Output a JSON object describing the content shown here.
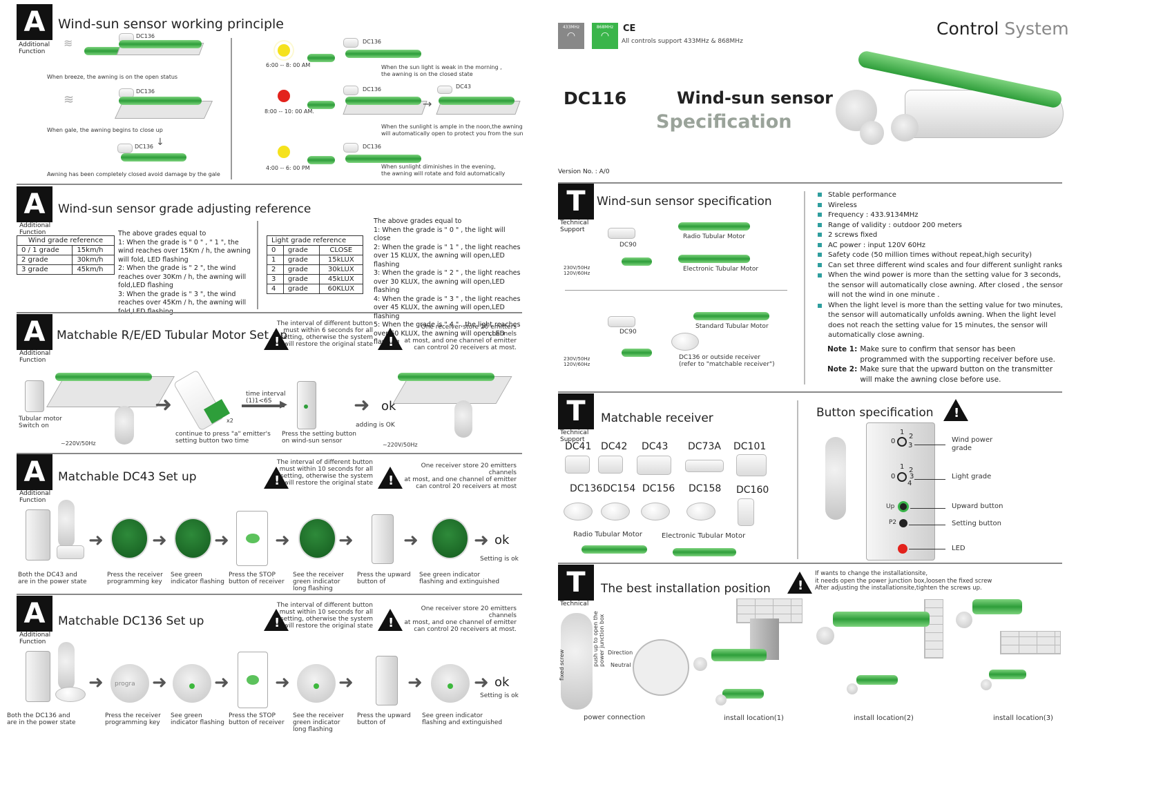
{
  "left": {
    "sec1": {
      "badge": "A",
      "badge_sub": "Additional\nFunction",
      "title": "Wind-sun sensor working principle",
      "dc136": "DC136",
      "cap1": "When breeze, the awning is on the open status",
      "cap2": "When gale, the awning begins to close up",
      "cap3": "Awning has been completely closed avoid damage by the gale",
      "sun_rows": [
        {
          "time": "6:00 -- 8: 00 AM",
          "model": "DC136",
          "caption": "When the sun light is weak in the morning ,\nthe awning is on the closed state"
        },
        {
          "time": "8:00 -- 10: 00 AM.",
          "model": "DC136",
          "model2": "DC43",
          "caption": "When the sunlight is ample  in the noon,the awning\nwill automatically open to protect you from the sun"
        },
        {
          "time": "4:00 -- 6: 00 PM",
          "model": "DC136",
          "caption": "When sunlight diminishes  in the evening,\nthe awning will rotate and fold automatically"
        }
      ]
    },
    "sec2": {
      "badge": "A",
      "badge_sub": "Additional\nFunction",
      "title": "Wind-sun sensor grade adjusting reference",
      "wind_table": {
        "header": "Wind grade reference",
        "rows": [
          [
            "0  /  1 grade",
            "15km/h"
          ],
          [
            "2    grade",
            "30km/h"
          ],
          [
            "3    grade",
            "45km/h"
          ]
        ]
      },
      "wind_text": "The above grades equal to\n1: When the grade is \" 0 \" , \" 1 \", the wind reaches over 15Km / h, the awning will fold, LED flashing\n2: When the grade is \" 2 \", the wind reaches over 30Km / h, the awning will fold,LED flashing\n3: When the grade is \" 3 \", the wind reaches over 45Km / h, the awning will fold,LED flashing",
      "light_table": {
        "header": "Light grade reference",
        "rows": [
          [
            "0",
            "grade",
            "CLOSE"
          ],
          [
            "1",
            "grade",
            "15kLUX"
          ],
          [
            "2",
            "grade",
            "30kLUX"
          ],
          [
            "3",
            "grade",
            "45kLUX"
          ],
          [
            "4",
            "grade",
            "60KLUX"
          ]
        ]
      },
      "light_text": "The above grades equal to\n1: When the grade is \" 0 \" , the light will close\n2: When the grade is \" 1 \" , the light reaches over 15 KLUX, the awning will open,LED flashing\n3: When the grade is \" 2 \" , the light reaches over 30 KLUX, the awning will open,LED flashing\n4: When the grade is \" 3 \" , the light reaches over 45 KLUX, the awning will open,LED flashing\n5: When the grade is \" 4 \" , the light reaches over 60 KLUX, the awning will open,LED flashing"
    },
    "sec3": {
      "badge": "A",
      "badge_sub": "Additional\nFunction",
      "title": "Matchable R/E/ED Tubular Motor Set up",
      "warn1": "The interval of different button\nmust within 6 seconds for all\nsetting, otherwise the system\nwill  restore the original state",
      "warn2": "One receiver store 20 emitters channels\nat most, and  one channel of emitter\ncan control 20 receivers at most.",
      "lbl_switch": "Tubular motor\nSwitch on",
      "lbl_power": "~220V/50Hz",
      "lbl_press": "continue to press \"a\" emitter's\nsetting button two time",
      "lbl_x2": "x2",
      "lbl_interval": "time interval\n(1)1<6S",
      "lbl_setting": "Press the setting button\non wind-sun sensor",
      "lbl_ok": "ok",
      "lbl_adding": "adding is OK",
      "lbl_power2": "~220V/50Hz"
    },
    "sec4": {
      "badge": "A",
      "badge_sub": "Additional\nFunction",
      "title": "Matchable DC43 Set up",
      "warn1": "The interval of different button\nmust within 10 seconds for all\nsetting, otherwise the system\nwill  restore the original state",
      "warn2": "One receiver store 20 emitters channels\nat most, and  one channel of emitter\ncan control 20 receivers at most",
      "ok": "ok",
      "ok_cap": "Setting is ok",
      "steps": [
        "Both the DC43 and\nare in the power state",
        "Press the receiver\nprogramming key",
        "See green\nindicator flashing",
        "Press the STOP\nbutton of receiver",
        "See the receiver\ngreen indicator\nlong flashing",
        "Press the upward\nbutton of",
        "See green indicator\nflashing and extinguished"
      ]
    },
    "sec5": {
      "badge": "A",
      "badge_sub": "Additional\nFunction",
      "title": "Matchable DC136 Set up",
      "warn1": "The interval of different button\nmust within 10 seconds for all\nsetting, otherwise the system\nwill  restore the original state",
      "warn2": "One receiver store 20 emitters channels\nat most, and  one channel of emitter\ncan control 20 receivers at most.",
      "ok": "ok",
      "ok_cap": "Setting is ok",
      "progra": "progra",
      "steps": [
        "Both the DC136 and\nare in the power state",
        "Press the receiver\nprogramming key",
        "See green\nindicator flashing",
        "Press the STOP\nbutton of receiver",
        "See the receiver\ngreen indicator\nlong flashing",
        "Press the upward\nbutton of",
        "See green indicator\nflashing and extinguished"
      ]
    }
  },
  "right": {
    "header": {
      "freq1": "433MHz",
      "freq2": "868MHz",
      "ce": "CE",
      "support": "All controls support 433MHz & 868MHz",
      "brand_a": "Control",
      "brand_b": "System"
    },
    "title": {
      "model": "DC116",
      "name": "Wind-sun sensor",
      "spec": "Specification",
      "version": "Version No. : A/0"
    },
    "sec_spec": {
      "badge": "T",
      "badge_sub": "Technical\nSupport",
      "title": "Wind-sun sensor specification",
      "dc90": "DC90",
      "radio_motor": "Radio Tubular Motor",
      "electronic_motor": "Electronic Tubular Motor",
      "voltage": "230V/50Hz\n120V/60Hz",
      "dc90b": "DC90",
      "standard_motor": "Standard Tubular Motor",
      "receiver_note": "DC136 or outside receiver\n(refer to \"matchable receiver\")",
      "voltage2": "230V/50Hz\n120V/60Hz",
      "bullets": [
        "Stable performance",
        "Wireless",
        "Frequency : 433.9134MHz",
        "Range of validity : outdoor 200 meters",
        "2 screws fixed",
        "AC power : input 120V 60Hz",
        "Safety code (50 million times without repeat,high security)",
        "Can set three different wind scales and four different sunlight ranks",
        "When the wind power is more than the setting value for 3 seconds,\nthe sensor will automatically close awning. After closed , the sensor\nwill not the wind in one minute .",
        "When the light level is more than the setting value for two minutes,\nthe sensor will automatically unfolds awning. When the light level\ndoes not reach the setting value for 15 minutes, the sensor will\nautomatically close awning."
      ],
      "note1_label": "Note 1:",
      "note1": "Make sure to confirm that sensor has been\nprogrammed with the supporting receiver before use.",
      "note2_label": "Note 2:",
      "note2": "Make sure that the upward button on the transmitter\nwill make the awning close before use."
    },
    "sec_receiver": {
      "badge": "T",
      "badge_sub": "Technical\nSupport",
      "title": "Matchable receiver",
      "row1": [
        "DC41",
        "DC42",
        "DC43",
        "DC73A",
        "DC101"
      ],
      "row2": [
        "DC136",
        "DC154",
        "DC156",
        "DC158",
        "DC160"
      ],
      "radio_motor": "Radio Tubular Motor",
      "electronic_motor": "Electronic Tubular Motor"
    },
    "sec_button": {
      "title": "Button specification",
      "wind_label": "Wind power\ngrade",
      "light_label": "Light grade",
      "up_label": "Upward button",
      "set_label": "Setting button",
      "led_label": "LED",
      "up_tag": "Up",
      "p2_tag": "P2",
      "dial1": [
        "0",
        "1",
        "2",
        "3"
      ],
      "dial2": [
        "0",
        "1",
        "2",
        "3",
        "4"
      ]
    },
    "sec_install": {
      "badge": "T",
      "badge_sub": "Technical",
      "title": "The best installation position",
      "warn": "If wants to change the installationsite,\nit needs open the power junction box,loosen the fixed screw\nAfter adjusting the installationsite,tighten the screws up.",
      "push": "push up to open the\npower junction box",
      "fixed": "fixed screw",
      "direction": "Direction",
      "neutral": "Neutral",
      "captions": [
        "power connection",
        "install location(1)",
        "install location(2)",
        "install location(3)"
      ]
    }
  }
}
